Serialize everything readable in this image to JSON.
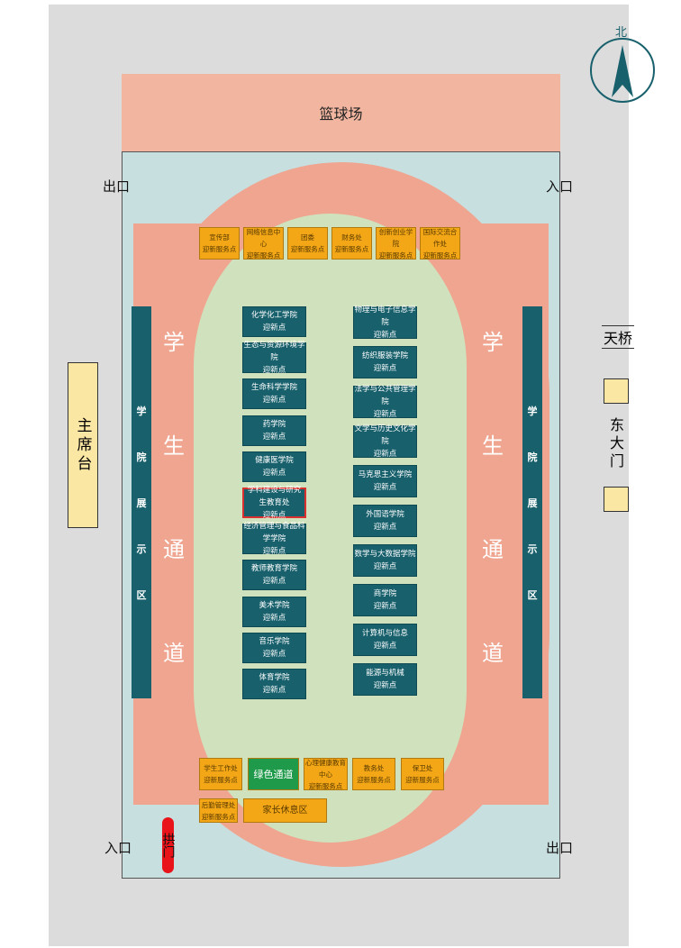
{
  "court": "篮球场",
  "gates": {
    "exit_tl": "出口",
    "entry_tr": "入口",
    "entry_bl": "入口",
    "exit_br": "出口"
  },
  "compass": "北",
  "stage": "主席台",
  "bridge": "天桥",
  "east_gate": "东大门",
  "arch": "拱门",
  "display_area": [
    "学",
    "院",
    "展",
    "示",
    "区"
  ],
  "student_lane": [
    "学",
    "生",
    "通",
    "道"
  ],
  "top_services": [
    [
      "宣传部",
      "迎新服务点"
    ],
    [
      "网络信息中心",
      "迎新服务点"
    ],
    [
      "团委",
      "迎新服务点"
    ],
    [
      "财务处",
      "迎新服务点"
    ],
    [
      "创新创业学院",
      "迎新服务点"
    ],
    [
      "国际交流合作处",
      "迎新服务点"
    ]
  ],
  "left_colleges": [
    [
      "化学化工学院",
      "迎新点"
    ],
    [
      "生态与资源环境学院",
      "迎新点"
    ],
    [
      "生命科学学院",
      "迎新点"
    ],
    [
      "药学院",
      "迎新点"
    ],
    [
      "健康医学院",
      "迎新点"
    ],
    [
      "学科建设与研究生教育处",
      "迎新点"
    ],
    [
      "经济管理与食品科学学院",
      "迎新点"
    ],
    [
      "教师教育学院",
      "迎新点"
    ],
    [
      "美术学院",
      "迎新点"
    ],
    [
      "音乐学院",
      "迎新点"
    ],
    [
      "体育学院",
      "迎新点"
    ]
  ],
  "right_colleges": [
    [
      "物理与电子信息学院",
      "迎新点"
    ],
    [
      "纺织服装学院",
      "迎新点"
    ],
    [
      "法学与公共管理学院",
      "迎新点"
    ],
    [
      "文学与历史文化学院",
      "迎新点"
    ],
    [
      "马克思主义学院",
      "迎新点"
    ],
    [
      "外国语学院",
      "迎新点"
    ],
    [
      "数学与大数据学院",
      "迎新点"
    ],
    [
      "商学院",
      "迎新点"
    ],
    [
      "计算机与信息",
      "迎新点"
    ],
    [
      "能源与机械",
      "迎新点"
    ]
  ],
  "bottom_services": [
    [
      "学生工作处",
      "迎新服务点"
    ],
    [
      "绿色通道"
    ],
    [
      "心理健康教育中心",
      "迎新服务点"
    ],
    [
      "教务处",
      "迎新服务点"
    ],
    [
      "保卫处",
      "迎新服务点"
    ],
    [
      "后勤管理处",
      "迎新服务点"
    ],
    [
      "家长休息区"
    ]
  ],
  "highlighted_college_index": 5,
  "colors": {
    "teal": "#17606c",
    "orange": "#f3a716",
    "green": "#1e9a4a",
    "track": "#efa58f"
  }
}
